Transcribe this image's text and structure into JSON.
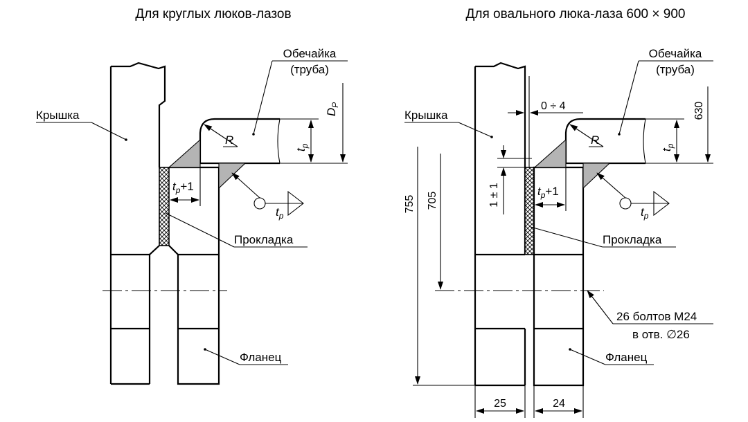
{
  "titles": {
    "left": "Для круглых люков-лазов",
    "right": "Для овального люка-лаза 600 × 900"
  },
  "labels": {
    "cover": "Крышка",
    "shell_line1": "Обечайка",
    "shell_line2": "(труба)",
    "gasket": "Прокладка",
    "flange": "Фланец",
    "bolts_line1": "26 болтов М24",
    "bolts_line2": "в отв. ∅26"
  },
  "symbols": {
    "radius": "R",
    "diameter": "D",
    "diameter_sub": "P",
    "thickness": "t",
    "thickness_sub": "p",
    "plus_one": "+1"
  },
  "dimensions": {
    "gap": "0 ÷ 4",
    "d630": "630",
    "d755": "755",
    "d705": "705",
    "d1pm1": "1 ± 1",
    "d25": "25",
    "d24": "24"
  },
  "colors": {
    "line": "#000000",
    "weld_fill": "#b4b4b4",
    "background": "#ffffff"
  }
}
